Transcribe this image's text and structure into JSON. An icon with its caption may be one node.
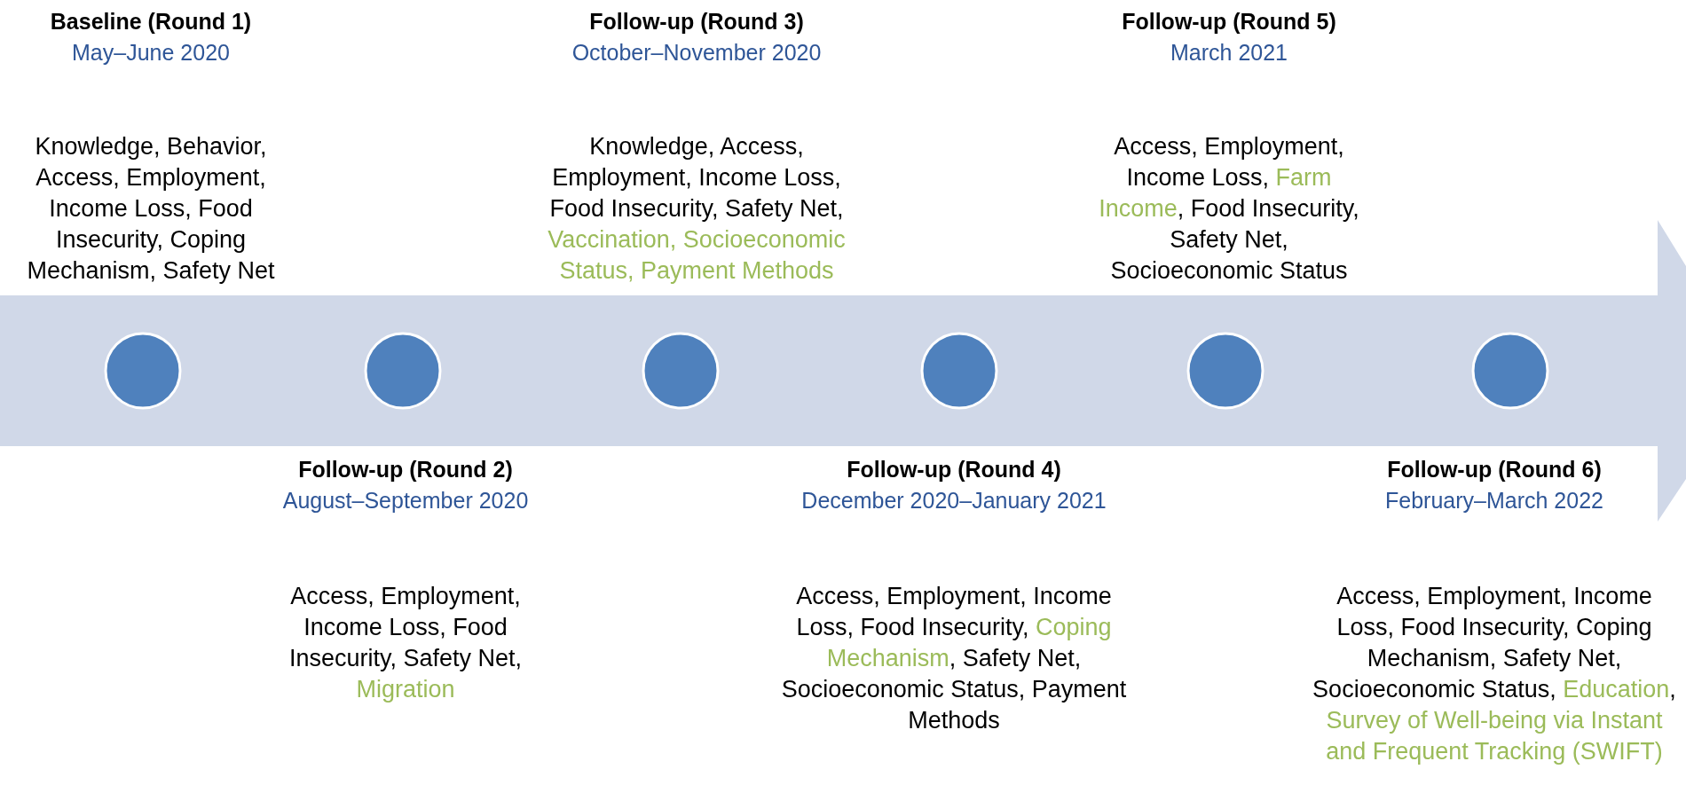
{
  "diagram": {
    "nodes": [
      {
        "text": [
          "Baseline (Round 1)",
          "May–June 2020",
          "Knowledge, Behavior, Access, Employment, Income Loss, Food Insecurity, Coping Mechanism, Safety Net"
        ]
      },
      {
        "text": [
          "Follow-up (Round 3)",
          "October–November 2020",
          "Knowledge, Access, Employment, Income Loss, Food Insecurity, Safety Net,",
          "Vaccination, Socioeconomic Status, Payment Methods"
        ]
      },
      {
        "text": [
          "Follow-up (Round 5)",
          "March 2021",
          "Access, Employment, Income Loss,",
          "Farm Income",
          ", Food Insecurity, Safety Net, Socioeconomic Status"
        ]
      },
      {
        "text": [],
        "shape": "arrow"
      },
      {
        "text": [],
        "shape": "circle",
        "in": 3
      },
      {
        "text": [],
        "shape": "circle",
        "in": 3
      },
      {
        "text": [],
        "shape": "circle",
        "in": 3
      },
      {
        "text": [],
        "shape": "circle",
        "in": 3
      },
      {
        "text": [],
        "shape": "circle",
        "in": 3
      },
      {
        "text": [],
        "shape": "circle",
        "in": 3
      },
      {
        "text": [
          "Follow-up (Round 2)",
          "August–September 2020",
          "Access, Employment, Income Loss, Food Insecurity, Safety Net,",
          "Migration"
        ]
      },
      {
        "text": [
          "Follow-up (Round 4)",
          "December 2020–January 2021",
          "Access, Employment, Income Loss, Food Insecurity,",
          "Coping Mechanism",
          ", Safety Net, Socioeconomic Status, Payment Methods"
        ]
      },
      {
        "text": [
          "Follow-up (Round 6)",
          "February–March 2022",
          "Access, Employment, Income Loss, Food Insecurity, Coping Mechanism, Safety Net, Socioeconomic Status,",
          "Education",
          ",",
          "Survey of Well-being via Instant and Frequent Tracking (SWIFT)"
        ]
      }
    ]
  }
}
